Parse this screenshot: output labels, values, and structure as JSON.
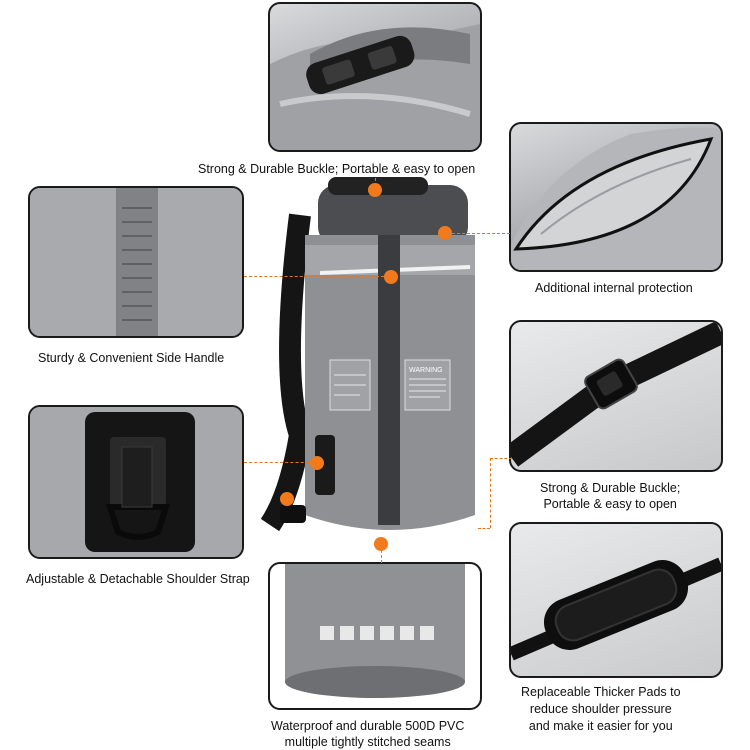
{
  "captions": {
    "top_buckle": "Strong & Durable Buckle; Portable & easy to open",
    "internal": "Additional internal protection",
    "side_handle": "Sturdy & Convenient Side Handle",
    "shoulder_buckle_line1": "Strong & Durable Buckle;",
    "shoulder_buckle_line2": "Portable & easy to open",
    "shoulder_strap": "Adjustable & Detachable Shoulder Strap",
    "pads_line1": "Replaceable Thicker Pads to",
    "pads_line2": "reduce shoulder pressure",
    "pads_line3": "and make it easier for you",
    "pvc_line1": "Waterproof and durable 500D PVC",
    "pvc_line2": "multiple tightly stitched seams"
  },
  "bag_label": {
    "warning": "WARNING"
  },
  "colors": {
    "accent": "#f07a1c",
    "bag_gray": "#8e9093",
    "strap_black": "#141414"
  }
}
